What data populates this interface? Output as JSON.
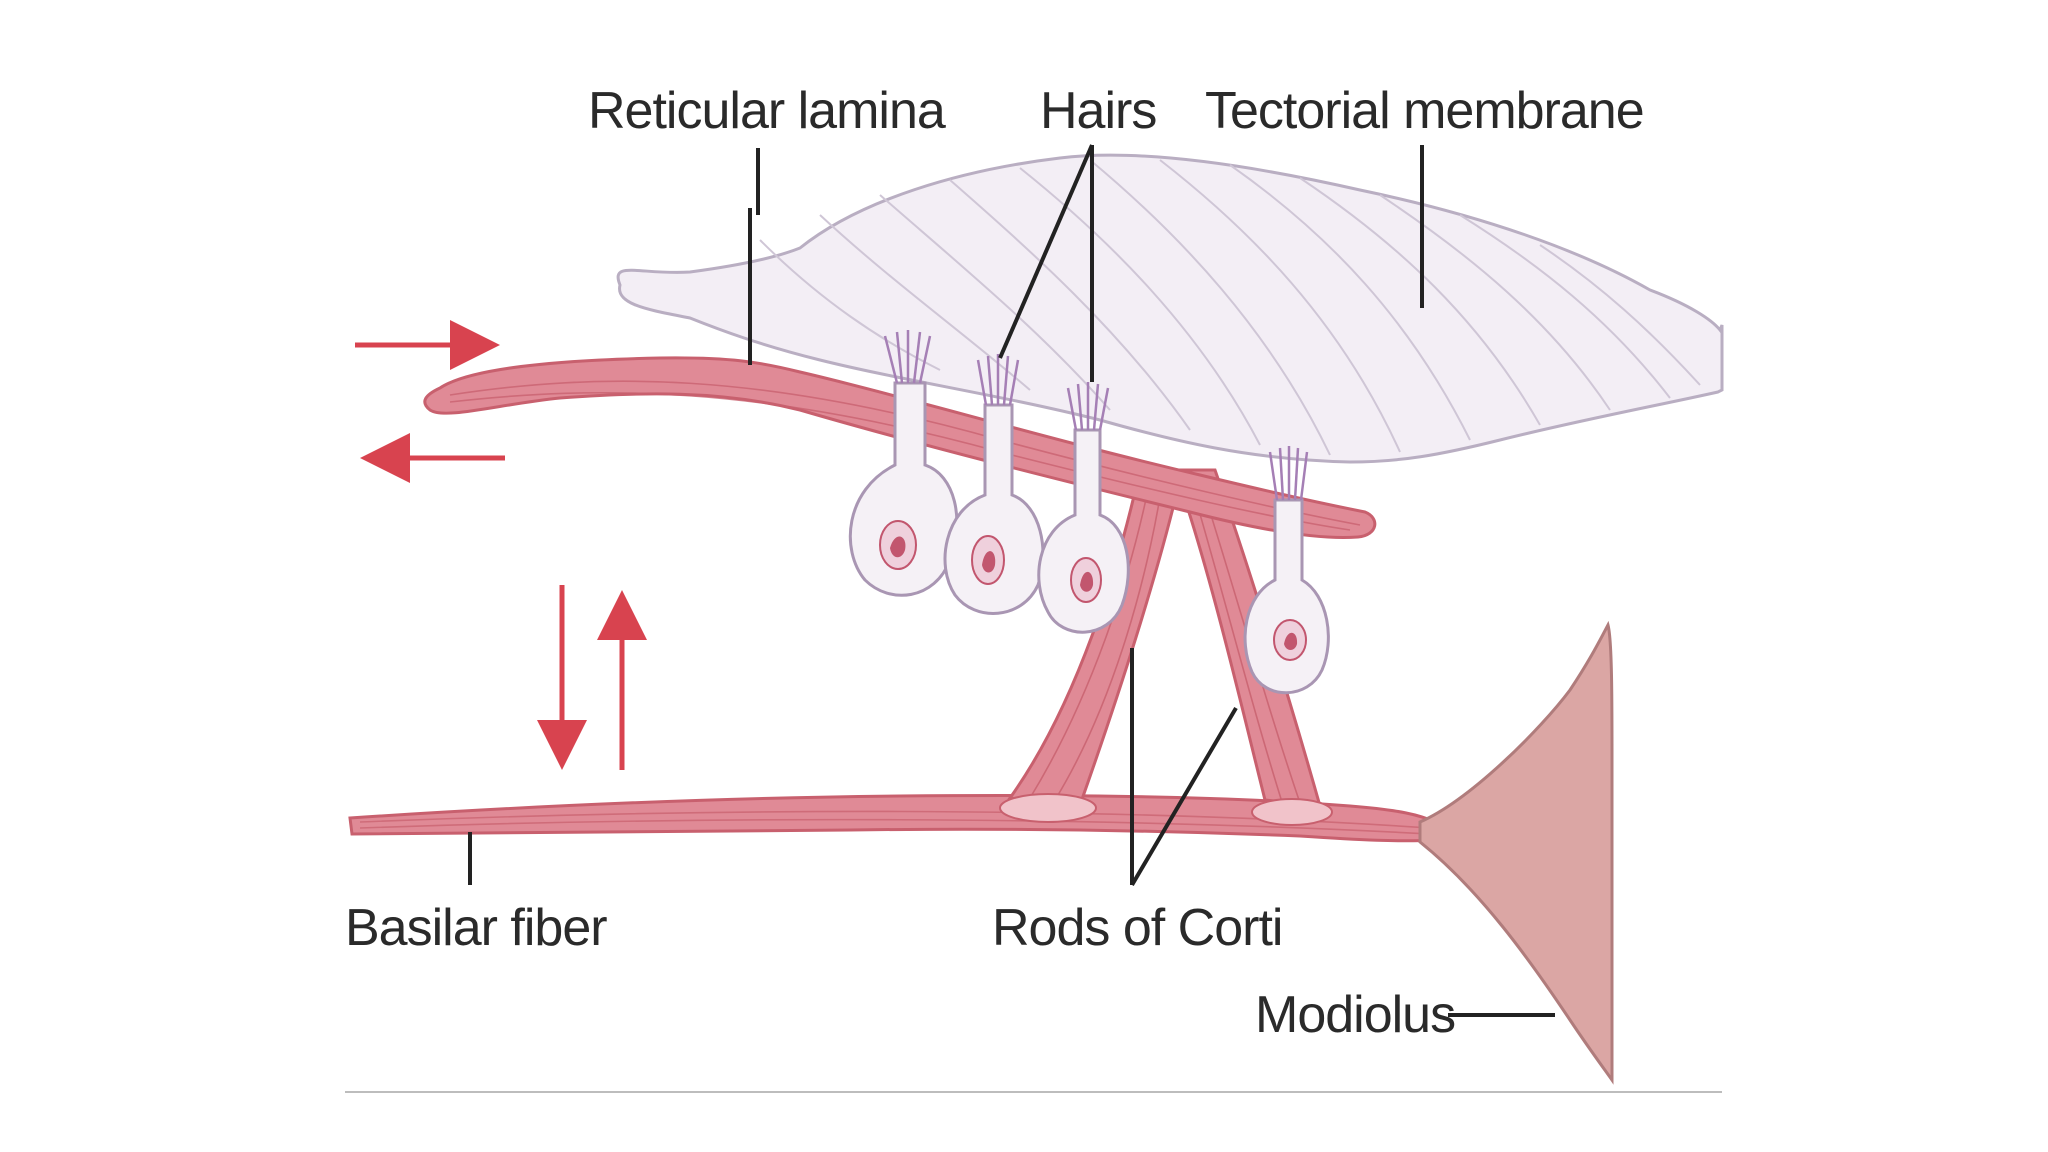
{
  "diagram": {
    "labels": {
      "reticular_lamina": "Reticular lamina",
      "hairs": "Hairs",
      "tectorial_membrane": "Tectorial membrane",
      "basilar_fiber": "Basilar fiber",
      "rods_of_corti": "Rods of Corti",
      "modiolus": "Modiolus"
    },
    "arrows": {
      "horizontal": [
        "right",
        "left"
      ],
      "vertical": [
        "down",
        "up"
      ]
    },
    "hair_cell_count": 4
  },
  "colors": {
    "tissue_pink": "#e08a96",
    "tissue_pink_dark": "#c8606e",
    "tissue_pink_light": "#f1c3ca",
    "tectorial_fill": "#f3eef5",
    "tectorial_stroke": "#b9aec2",
    "hair_cell_fill": "#f5f1f6",
    "hair_cell_stroke": "#a996b3",
    "nucleus": "#c2566e",
    "hairs": "#a57fb5",
    "arrow_red": "#d8434f",
    "modiolus_fill": "#dba6a4",
    "modiolus_stroke": "#b07c7c",
    "label_text": "#2a2a2a",
    "baseline": "#bdbdbd"
  }
}
